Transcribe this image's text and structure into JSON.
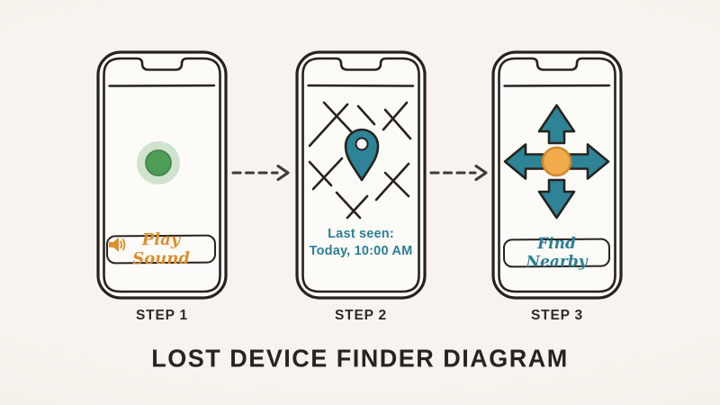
{
  "title": "LOST DEVICE FINDER DIAGRAM",
  "steps": [
    {
      "label": "STEP 1",
      "screen": "play-sound",
      "button_label": "Play Sound"
    },
    {
      "label": "STEP 2",
      "screen": "map-last-seen",
      "status_line1": "Last seen:",
      "status_line2": "Today, 10:00 AM"
    },
    {
      "label": "STEP 3",
      "screen": "find-nearby",
      "button_label": "Find Nearby"
    }
  ],
  "icons": {
    "speaker": "speaker-sound-waves-icon",
    "pin": "map-location-pin-icon",
    "direction_arrows": [
      "arrow-up",
      "arrow-down",
      "arrow-left",
      "arrow-right"
    ],
    "flow": "dashed-right-arrow"
  },
  "colors": {
    "background": "#f7f2ec",
    "ink": "#26231f",
    "teal": "#2e8396",
    "teal_text": "#2b7f96",
    "orange_fill": "#f0ab4c",
    "orange_stroke": "#d08a2e",
    "orange_text": "#dd8e2e",
    "green_dot": "#4f9c57",
    "green_halo": "#cfe3cf"
  }
}
